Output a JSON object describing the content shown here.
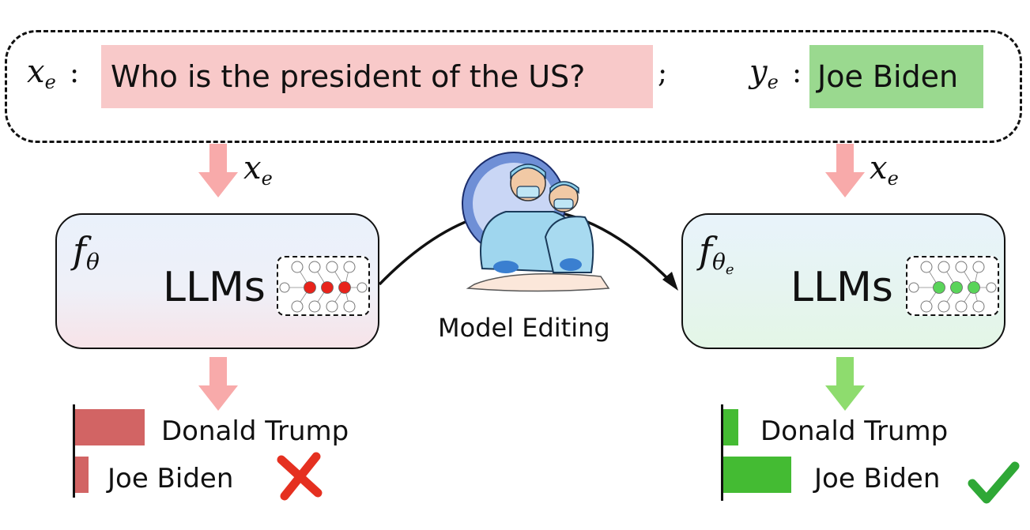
{
  "edit_request": {
    "x_var": "x",
    "x_sub": "e",
    "y_var": "y",
    "y_sub": "e",
    "colon": ":",
    "separator": ";",
    "prompt": "Who is the president of the US?",
    "target": "Joe Biden"
  },
  "input_labels": {
    "left": {
      "var": "x",
      "sub": "e"
    },
    "right": {
      "var": "x",
      "sub": "e"
    }
  },
  "model_before": {
    "fn": "f",
    "param": "θ",
    "label": "LLMs",
    "neuron_color": "#e8231b"
  },
  "model_after": {
    "fn": "f",
    "param": "θ",
    "param_sub": "e",
    "label": "LLMs",
    "neuron_color": "#5ad45a"
  },
  "editing": {
    "caption": "Model Editing"
  },
  "outputs_before": {
    "bar_color": "#d26464",
    "items": [
      {
        "label": "Donald Trump",
        "value": 0.9
      },
      {
        "label": "Joe Biden",
        "value": 0.17
      }
    ],
    "verdict": "wrong",
    "verdict_color": "#e53020"
  },
  "outputs_after": {
    "bar_color": "#44bb33",
    "items": [
      {
        "label": "Donald Trump",
        "value": 0.2
      },
      {
        "label": "Joe Biden",
        "value": 0.9
      }
    ],
    "verdict": "correct",
    "verdict_color": "#2fa836"
  },
  "colors": {
    "arrow_before": "#f8aaaa",
    "arrow_after": "#8edc6e"
  }
}
